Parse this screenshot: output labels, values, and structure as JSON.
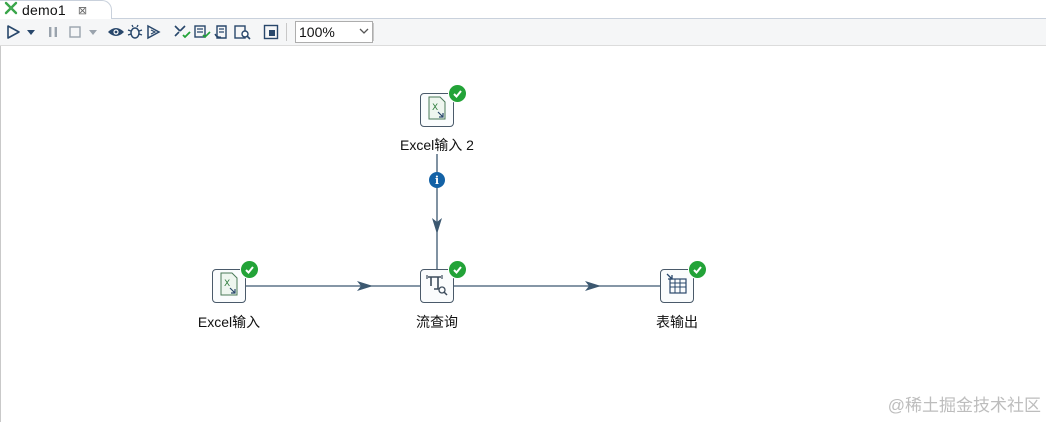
{
  "tab": {
    "title": "demo1",
    "close_glyph": "⊠",
    "icon": "transformation-icon"
  },
  "toolbar": {
    "zoom": "100%",
    "buttons": [
      "run",
      "run-options",
      "pause",
      "stop",
      "stop-options",
      "preview",
      "debug",
      "replay",
      "verify",
      "impact",
      "sql",
      "explore-db",
      "show-results"
    ]
  },
  "steps": {
    "excel_input_2": {
      "label": "Excel输入 2",
      "icon": "excel-input-icon",
      "status": "ok"
    },
    "excel_input": {
      "label": "Excel输入",
      "icon": "excel-input-icon",
      "status": "ok"
    },
    "stream_lookup": {
      "label": "流查询",
      "icon": "stream-lookup-icon",
      "status": "ok"
    },
    "table_output": {
      "label": "表输出",
      "icon": "table-output-icon",
      "status": "ok"
    }
  },
  "hop_info": {
    "glyph": "i"
  },
  "watermark": "@稀土掘金技术社区",
  "colors": {
    "check": "#23a338",
    "hop": "#3c5870",
    "info": "#1462a6"
  }
}
